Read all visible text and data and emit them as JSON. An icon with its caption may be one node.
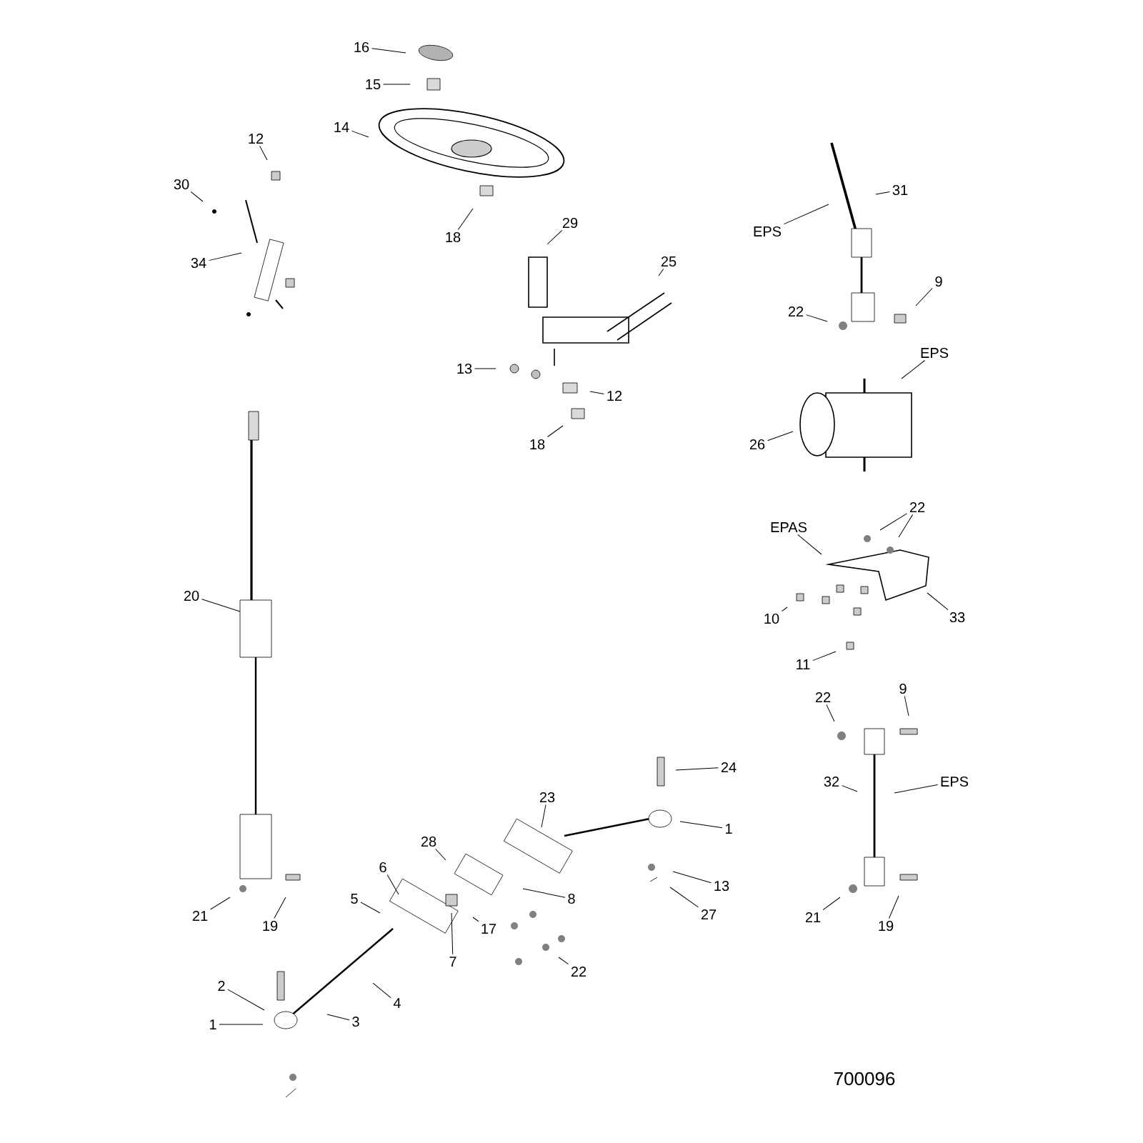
{
  "diagram": {
    "nodes": [
      {
        "text": [
          "16"
        ]
      },
      {
        "text": [
          "15"
        ]
      },
      {
        "text": [
          "14"
        ]
      },
      {
        "text": [
          "12"
        ]
      },
      {
        "text": [
          "30"
        ]
      },
      {
        "text": [
          "34"
        ]
      },
      {
        "text": [
          "18"
        ]
      },
      {
        "text": [
          "29"
        ]
      },
      {
        "text": [
          "25"
        ]
      },
      {
        "text": [
          "13"
        ]
      },
      {
        "text": [
          "12"
        ]
      },
      {
        "text": [
          "18"
        ]
      },
      {
        "text": [
          "31"
        ]
      },
      {
        "text": [
          "EPS"
        ]
      },
      {
        "text": [
          "9"
        ]
      },
      {
        "text": [
          "22"
        ]
      },
      {
        "text": [
          "EPS"
        ]
      },
      {
        "text": [
          "26"
        ]
      },
      {
        "text": [
          "EPAS"
        ]
      },
      {
        "text": [
          "22"
        ]
      },
      {
        "text": [
          "10"
        ]
      },
      {
        "text": [
          "33"
        ]
      },
      {
        "text": [
          "11"
        ]
      },
      {
        "text": [
          "20"
        ]
      },
      {
        "text": [
          "23"
        ]
      },
      {
        "text": [
          "24"
        ]
      },
      {
        "text": [
          "1"
        ]
      },
      {
        "text": [
          "28"
        ]
      },
      {
        "text": [
          "6"
        ]
      },
      {
        "text": [
          "5"
        ]
      },
      {
        "text": [
          "8"
        ]
      },
      {
        "text": [
          "13"
        ]
      },
      {
        "text": [
          "27"
        ]
      },
      {
        "text": [
          "17"
        ]
      },
      {
        "text": [
          "7"
        ]
      },
      {
        "text": [
          "22"
        ]
      },
      {
        "text": [
          "21"
        ]
      },
      {
        "text": [
          "19"
        ]
      },
      {
        "text": [
          "4"
        ]
      },
      {
        "text": [
          "2"
        ]
      },
      {
        "text": [
          "3"
        ]
      },
      {
        "text": [
          "1"
        ]
      },
      {
        "text": [
          "9"
        ]
      },
      {
        "text": [
          "22"
        ]
      },
      {
        "text": [
          "32"
        ]
      },
      {
        "text": [
          "EPS"
        ]
      },
      {
        "text": [
          "21"
        ]
      },
      {
        "text": [
          "19"
        ]
      }
    ],
    "edges": [
      {
        "from": 0,
        "to": null,
        "arrow": "none"
      },
      {
        "from": 1,
        "to": null,
        "arrow": "none"
      },
      {
        "from": 2,
        "to": null,
        "arrow": "none"
      },
      {
        "from": 3,
        "to": null,
        "arrow": "none"
      },
      {
        "from": 4,
        "to": null,
        "arrow": "none"
      },
      {
        "from": 5,
        "to": null,
        "arrow": "none"
      },
      {
        "from": 6,
        "to": null,
        "arrow": "none"
      },
      {
        "from": 7,
        "to": null,
        "arrow": "none"
      },
      {
        "from": 8,
        "to": null,
        "arrow": "none"
      },
      {
        "from": 9,
        "to": null,
        "arrow": "none"
      },
      {
        "from": 10,
        "to": null,
        "arrow": "none"
      },
      {
        "from": 11,
        "to": null,
        "arrow": "none"
      },
      {
        "from": 12,
        "to": null,
        "arrow": "none"
      },
      {
        "from": 13,
        "to": null,
        "arrow": "none"
      },
      {
        "from": 14,
        "to": null,
        "arrow": "none"
      },
      {
        "from": 15,
        "to": null,
        "arrow": "none"
      },
      {
        "from": 16,
        "to": null,
        "arrow": "none"
      },
      {
        "from": 17,
        "to": null,
        "arrow": "none"
      },
      {
        "from": 18,
        "to": null,
        "arrow": "none"
      },
      {
        "from": 19,
        "to": null,
        "arrow": "none"
      },
      {
        "from": 19,
        "to": null,
        "arrow": "none"
      },
      {
        "from": 20,
        "to": null,
        "arrow": "none"
      },
      {
        "from": 21,
        "to": null,
        "arrow": "none"
      },
      {
        "from": 22,
        "to": null,
        "arrow": "none"
      },
      {
        "from": 23,
        "to": null,
        "arrow": "none"
      },
      {
        "from": 24,
        "to": null,
        "arrow": "none"
      },
      {
        "from": 25,
        "to": null,
        "arrow": "none"
      },
      {
        "from": 26,
        "to": null,
        "arrow": "none"
      },
      {
        "from": 27,
        "to": null,
        "arrow": "none"
      },
      {
        "from": 28,
        "to": null,
        "arrow": "none"
      },
      {
        "from": 29,
        "to": null,
        "arrow": "none"
      },
      {
        "from": 30,
        "to": null,
        "arrow": "none"
      },
      {
        "from": 31,
        "to": null,
        "arrow": "none"
      },
      {
        "from": 32,
        "to": null,
        "arrow": "none"
      },
      {
        "from": 33,
        "to": null,
        "arrow": "none"
      },
      {
        "from": 34,
        "to": null,
        "arrow": "none"
      },
      {
        "from": 35,
        "to": null,
        "arrow": "none"
      },
      {
        "from": 36,
        "to": null,
        "arrow": "none"
      },
      {
        "from": 37,
        "to": null,
        "arrow": "none"
      },
      {
        "from": 38,
        "to": null,
        "arrow": "none"
      },
      {
        "from": 39,
        "to": null,
        "arrow": "none"
      },
      {
        "from": 40,
        "to": null,
        "arrow": "none"
      },
      {
        "from": 41,
        "to": null,
        "arrow": "none"
      },
      {
        "from": 42,
        "to": null,
        "arrow": "none"
      },
      {
        "from": 43,
        "to": null,
        "arrow": "none"
      },
      {
        "from": 44,
        "to": null,
        "arrow": "none"
      },
      {
        "from": 45,
        "to": null,
        "arrow": "none"
      },
      {
        "from": 46,
        "to": null,
        "arrow": "none"
      },
      {
        "from": 47,
        "to": null,
        "arrow": "none"
      }
    ],
    "labels": [
      "700096"
    ]
  }
}
